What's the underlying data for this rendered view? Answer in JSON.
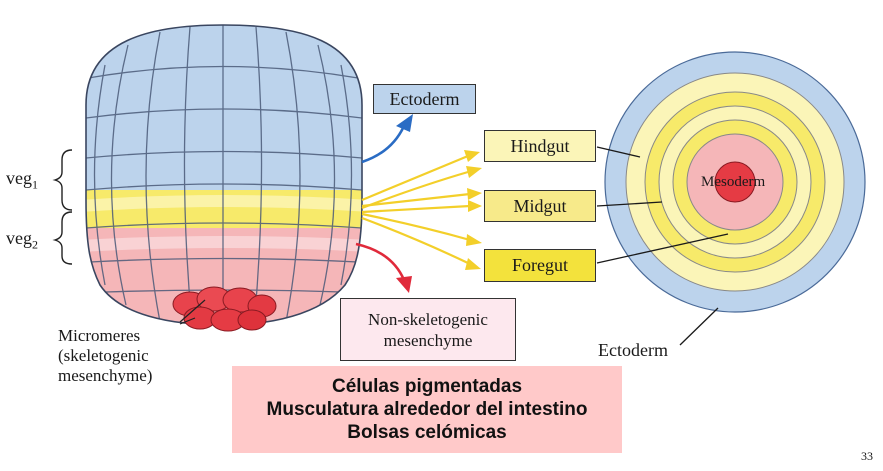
{
  "labels": {
    "veg1": "veg",
    "veg1_sub": "1",
    "veg2": "veg",
    "veg2_sub": "2",
    "micromeres": [
      "Micromeres",
      "(skeletogenic",
      "mesenchyme)"
    ],
    "ectoderm_box": "Ectoderm",
    "hindgut_box": "Hindgut",
    "midgut_box": "Midgut",
    "foregut_box": "Foregut",
    "nonskeletogenic": [
      "Non-skeletogenic",
      "mesenchyme"
    ],
    "mesoderm": "Mesoderm",
    "ectoderm_target": "Ectoderm",
    "page_number": "33"
  },
  "fates_box": {
    "lines": [
      "Células pigmentadas",
      "Musculatura alrededor del intestino",
      "Bolsas celómicas"
    ]
  },
  "colors": {
    "ectoderm_blue": "#bcd3ec",
    "endoderm_yellow": "#f7ea6a",
    "pale_yellow": "#fbf5b8",
    "veg2_pink": "#f5b6b8",
    "micromere_red": "#e53b44",
    "arrow_blue": "#2a6cc4",
    "arrow_yellow": "#f3cf2a",
    "arrow_red": "#e02a3b",
    "fates_box_bg": "#ffc9c9",
    "nonskeletogenic_bg": "#fde8ee"
  }
}
